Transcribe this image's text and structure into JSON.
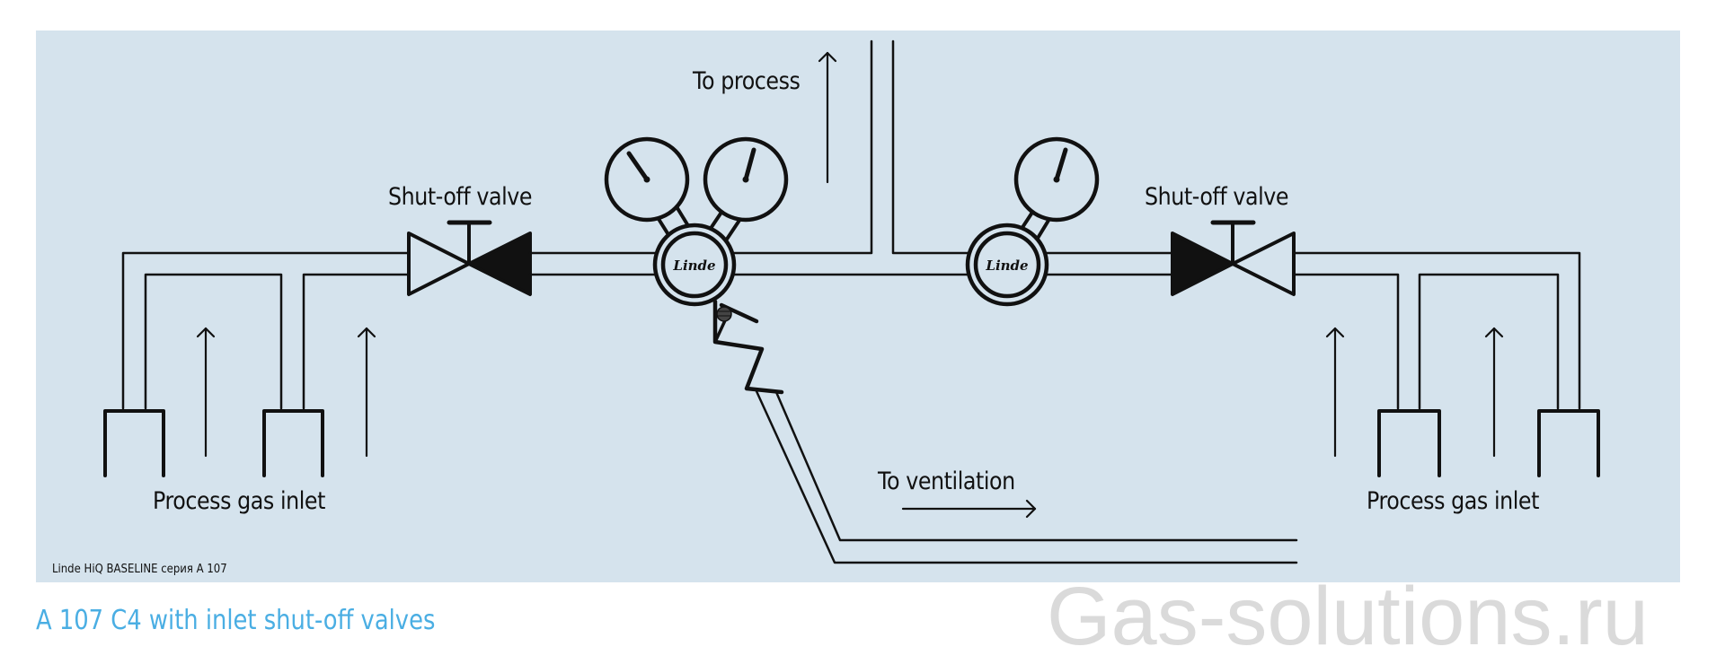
{
  "diagram": {
    "title": "A 107 C4 with inlet shut-off valves",
    "series_note": "Linde HiQ BASELINE серия A 107",
    "watermark": "Gas-solutions.ru",
    "labels": {
      "to_process": "To process",
      "shutoff_valve_left": "Shut-off valve",
      "shutoff_valve_right": "Shut-off valve",
      "process_gas_inlet_left": "Process gas inlet",
      "process_gas_inlet_right": "Process gas inlet",
      "to_ventilation": "To ventilation"
    },
    "regulator_brand": "Linde",
    "components": [
      {
        "type": "gas-inlet",
        "side": "left",
        "count": 2
      },
      {
        "type": "shut-off-valve",
        "side": "left"
      },
      {
        "type": "pressure-regulator",
        "gauges": 2,
        "brand": "Linde"
      },
      {
        "type": "relief-valve",
        "outlet": "To ventilation"
      },
      {
        "type": "pressure-regulator",
        "gauges": 1,
        "brand": "Linde"
      },
      {
        "type": "shut-off-valve",
        "side": "right"
      },
      {
        "type": "gas-inlet",
        "side": "right",
        "count": 2
      }
    ],
    "colors": {
      "panel": "#d5e3ed",
      "caption": "#4aaee3",
      "line": "#111111",
      "watermark": "#dadada"
    }
  }
}
